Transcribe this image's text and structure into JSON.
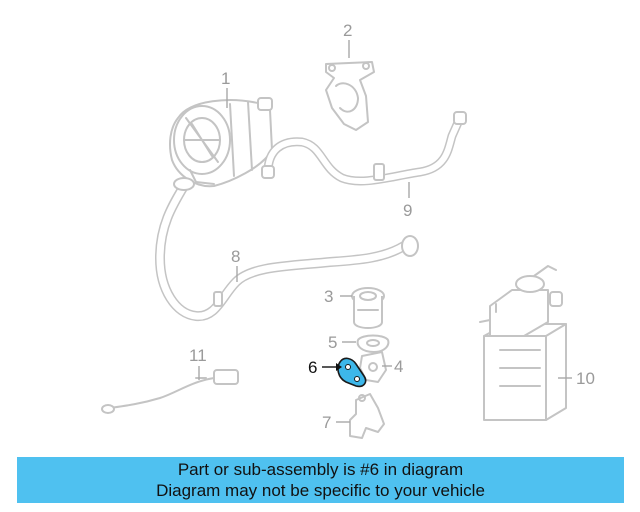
{
  "callouts": {
    "c1": "1",
    "c2": "2",
    "c3": "3",
    "c4": "4",
    "c5": "5",
    "c6": "6",
    "c7": "7",
    "c8": "8",
    "c9": "9",
    "c10": "10",
    "c11": "11"
  },
  "highlighted_part": "6",
  "colors": {
    "banner_bg": "#4fc1f0",
    "highlight_fill": "#3db7ea",
    "part_stroke": "#c4c4c4"
  },
  "banner": {
    "line1": "Part or sub-assembly is #6 in diagram",
    "line2": "Diagram may not be specific to your vehicle"
  }
}
